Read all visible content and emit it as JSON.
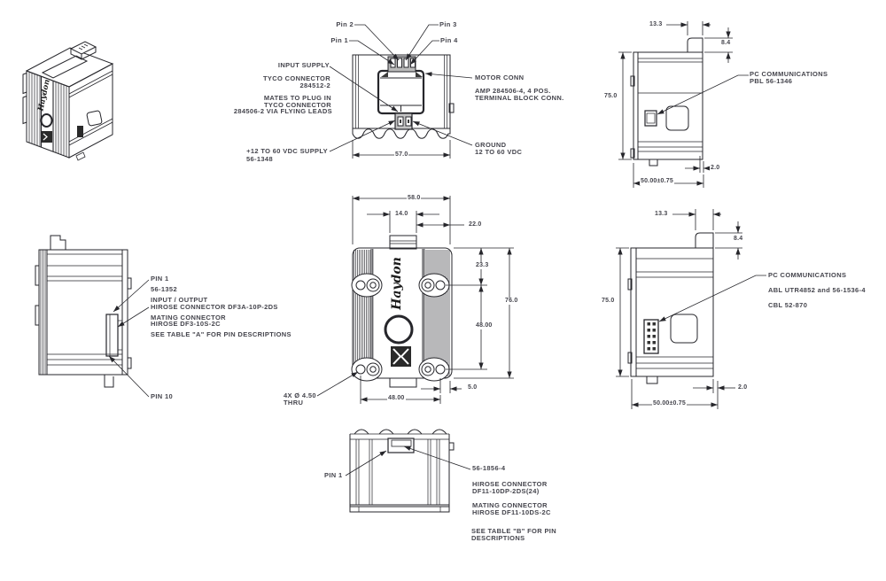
{
  "brand": {
    "logo_text": "Haydon"
  },
  "colors": {
    "line": "#26262b",
    "text": "#45454d"
  },
  "top_view": {
    "pin_1": "Pin 1",
    "pin_2": "Pin 2",
    "pin_3": "Pin 3",
    "pin_4": "Pin 4",
    "input_supply": "INPUT SUPPLY",
    "tyco_line1": "TYCO CONNECTOR",
    "tyco_line2": "284512-2",
    "mates_line1": "MATES TO PLUG IN",
    "mates_line2": "TYCO CONNECTOR",
    "mates_line3": "284506-2 VIA FLYING LEADS",
    "supply_label": "+12 TO 60 VDC SUPPLY",
    "supply_part": "56-1348",
    "motor_conn": "MOTOR CONN",
    "amp_line1": "AMP 284506-4, 4 POS.",
    "amp_line2": "TERMINAL BLOCK CONN.",
    "ground_line1": "GROUND",
    "ground_line2": "12 TO 60 VDC",
    "dim_width": "57.0"
  },
  "top_right_view": {
    "dim_13_3": "13.3",
    "dim_8_4": "8.4",
    "dim_75": "75.0",
    "pc_line1": "PC COMMUNICATIONS",
    "pc_line2": "PBL 56-1346",
    "dim_2": "2.0",
    "dim_50": "50.00±0.75"
  },
  "left_view": {
    "pin_1": "PIN 1",
    "part": "56-1352",
    "io": "INPUT / OUTPUT",
    "hirose": "HIROSE CONNECTOR DF3A-10P-2DS",
    "mating_line1": "MATING CONNECTOR",
    "mating_line2": "HIROSE DF3-10S-2C",
    "see_table": "SEE TABLE \"A\" FOR PIN DESCRIPTIONS",
    "pin_10": "PIN 10"
  },
  "front_view": {
    "dim_58": "58.0",
    "dim_14": "14.0",
    "dim_22": "22.0",
    "dim_23_3": "23.3",
    "dim_76": "76.0",
    "dim_48_right": "48.00",
    "dim_5": "5.0",
    "dim_48_bottom": "48.00",
    "holes_line1": "4X Ø 4.50",
    "holes_line2": "THRU"
  },
  "right_view": {
    "dim_13_3": "13.3",
    "dim_8_4": "8.4",
    "dim_75": "75.0",
    "pc_line1": "PC COMMUNICATIONS",
    "pc_line2": "ABL UTR4852 and 56-1536-4",
    "pc_line3": "CBL 52-870",
    "dim_2": "2.0",
    "dim_50": "50.00±0.75"
  },
  "bottom_view": {
    "pin_1": "PIN 1",
    "part": "56-1856-4",
    "hirose_line1": "HIROSE CONNECTOR",
    "hirose_line2": "DF11-10DP-2DS(24)",
    "mating_line1": "MATING CONNECTOR",
    "mating_line2": "HIROSE DF11-10DS-2C",
    "see_line1": "SEE TABLE \"B\" FOR PIN",
    "see_line2": "DESCRIPTIONS"
  }
}
